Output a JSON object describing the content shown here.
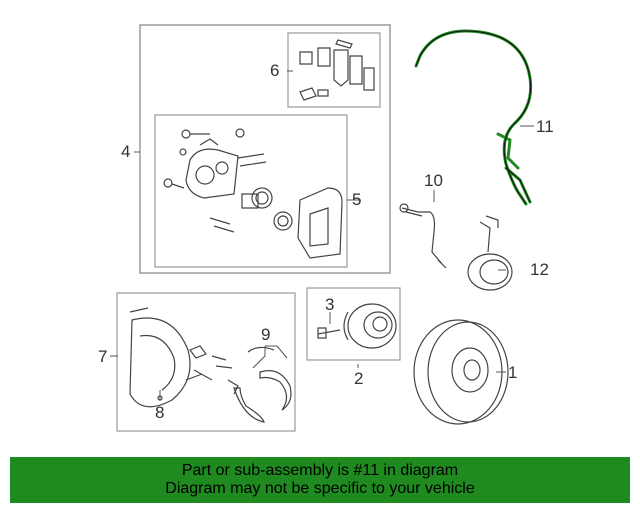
{
  "diagram": {
    "callouts": {
      "c1": "1",
      "c2": "2",
      "c3": "3",
      "c4": "4",
      "c5": "5",
      "c6": "6",
      "c7": "7",
      "c8": "8",
      "c9": "9",
      "c10": "10",
      "c11": "11",
      "c12": "12"
    },
    "highlight_color": "#1f8a1f",
    "line_color": "#555555",
    "box_color": "#9a9a9a"
  },
  "banner": {
    "line1": "Part or sub-assembly is #11 in diagram",
    "line2": "Diagram may not be specific to your vehicle",
    "background": "#1f8a1f"
  }
}
